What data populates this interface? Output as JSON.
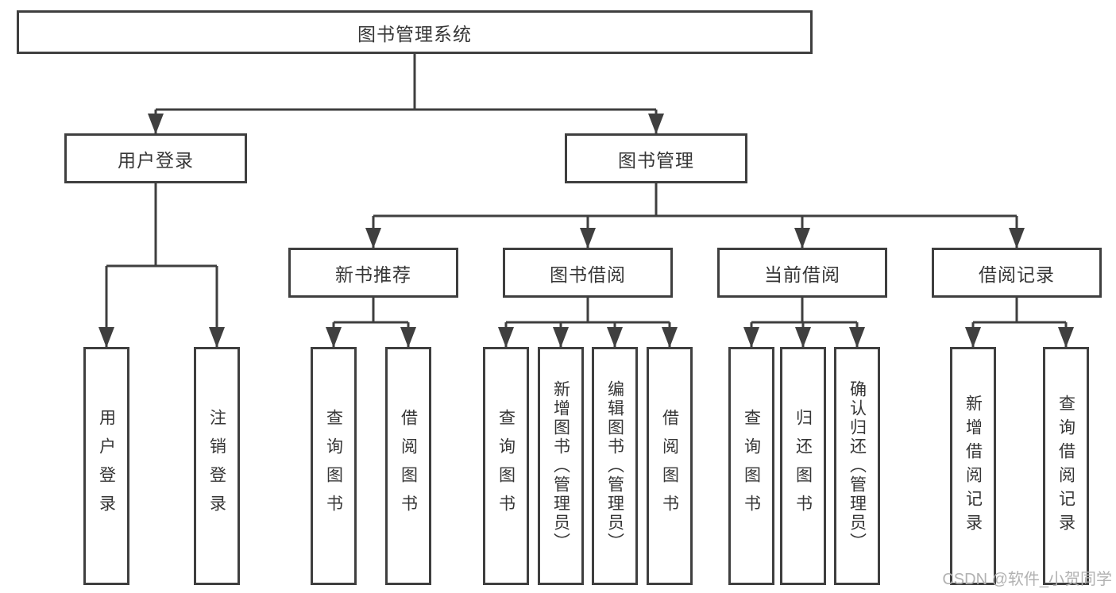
{
  "nodes": {
    "root": "图书管理系统",
    "user_login": "用户登录",
    "book_management": "图书管理",
    "new_book_recommend": "新书推荐",
    "book_borrow": "图书借阅",
    "current_borrow": "当前借阅",
    "borrow_record": "借阅记录",
    "leaves": {
      "login": "用户登录",
      "logout": "注销登录",
      "rec_query": "查询图书",
      "rec_borrow": "借阅图书",
      "bb_query": "查询图书",
      "bb_add": "新增图书（管理员）",
      "bb_edit": "编辑图书（管理员）",
      "bb_borrow": "借阅图书",
      "cb_query": "查询图书",
      "cb_return": "归还图书",
      "cb_confirm": "确认归还（管理员）",
      "br_add": "新增借阅记录",
      "br_query": "查询借阅记录"
    }
  },
  "watermark": "CSDN @软件_小贺同学",
  "colors": {
    "line": "#3f3f3f",
    "text": "#363636",
    "watermark": "#b2b2b2",
    "canvas-bg": "#ffffff"
  }
}
